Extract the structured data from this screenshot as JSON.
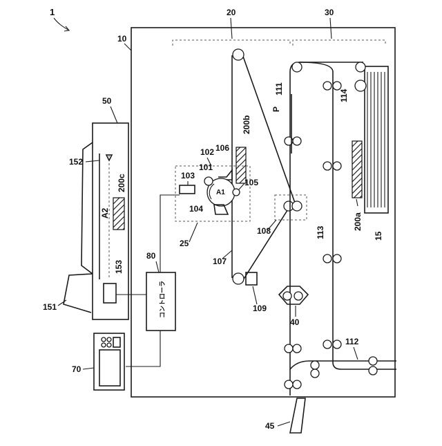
{
  "labels": {
    "fig_ref": "1",
    "main_body": "10",
    "scanner_section": "20",
    "print_section": "30",
    "image_unit": "25",
    "fixing_unit": "40",
    "exit_tray": "45",
    "scanner": "50",
    "operation_panel": "70",
    "controller": "80",
    "drum": "101",
    "charger": "102",
    "exposure": "103",
    "developer": "104",
    "transfer_roller": "105",
    "cleaner": "106",
    "belt": "107",
    "nip_108": "108",
    "unit_109": "109",
    "path_111": "111",
    "path_112": "112",
    "path_113": "113",
    "roller_114": "114",
    "feed_tray": "15",
    "doc_feeder": "151",
    "platen": "152",
    "sensor_153": "153",
    "pattern_200a": "200a",
    "pattern_200b": "200b",
    "pattern_200c": "200c",
    "paper": "P",
    "rotation_a1": "A1",
    "direction_a2": "A2"
  },
  "controller_text": "コントローラ"
}
